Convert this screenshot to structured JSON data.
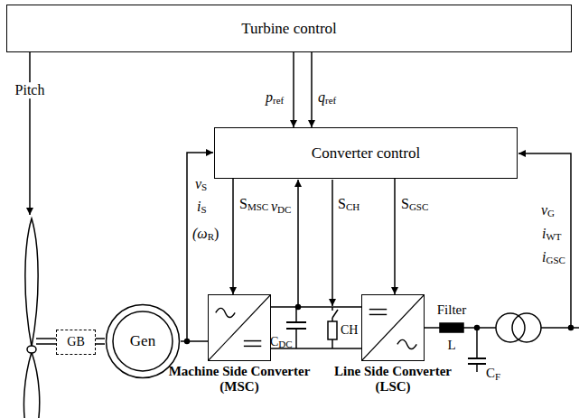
{
  "diagram": {
    "nodes": [
      {
        "text": [
          "Turbine control"
        ]
      },
      {
        "text": [
          "Converter control"
        ]
      },
      {
        "text": [
          "GB"
        ]
      },
      {
        "text": [
          "Gen"
        ]
      },
      {
        "text": [
          "Machine Side Converter (MSC)"
        ]
      },
      {
        "text": [
          "Line Side Converter (LSC)"
        ]
      }
    ],
    "edges": [
      {
        "from": 0,
        "to": 1,
        "arrow": "to",
        "label": "pref"
      },
      {
        "from": 0,
        "to": 1,
        "arrow": "to",
        "label": "qref"
      },
      {
        "from": 1,
        "to": 4,
        "arrow": "to",
        "label": "SMSC"
      },
      {
        "from": 1,
        "to": 5,
        "arrow": "to",
        "label": "SGSC"
      },
      {
        "from": 2,
        "to": 3,
        "arrow": "none"
      },
      {
        "from": 3,
        "to": 4,
        "arrow": "none"
      },
      {
        "from": 4,
        "to": 5,
        "arrow": "none"
      }
    ],
    "labels": [
      "Pitch",
      "vS",
      "iS",
      "(ωR)",
      "vDC",
      "SCH",
      "CDC",
      "CH",
      "Filter",
      "L",
      "CF",
      "vG",
      "iWT",
      "iGSC"
    ]
  }
}
